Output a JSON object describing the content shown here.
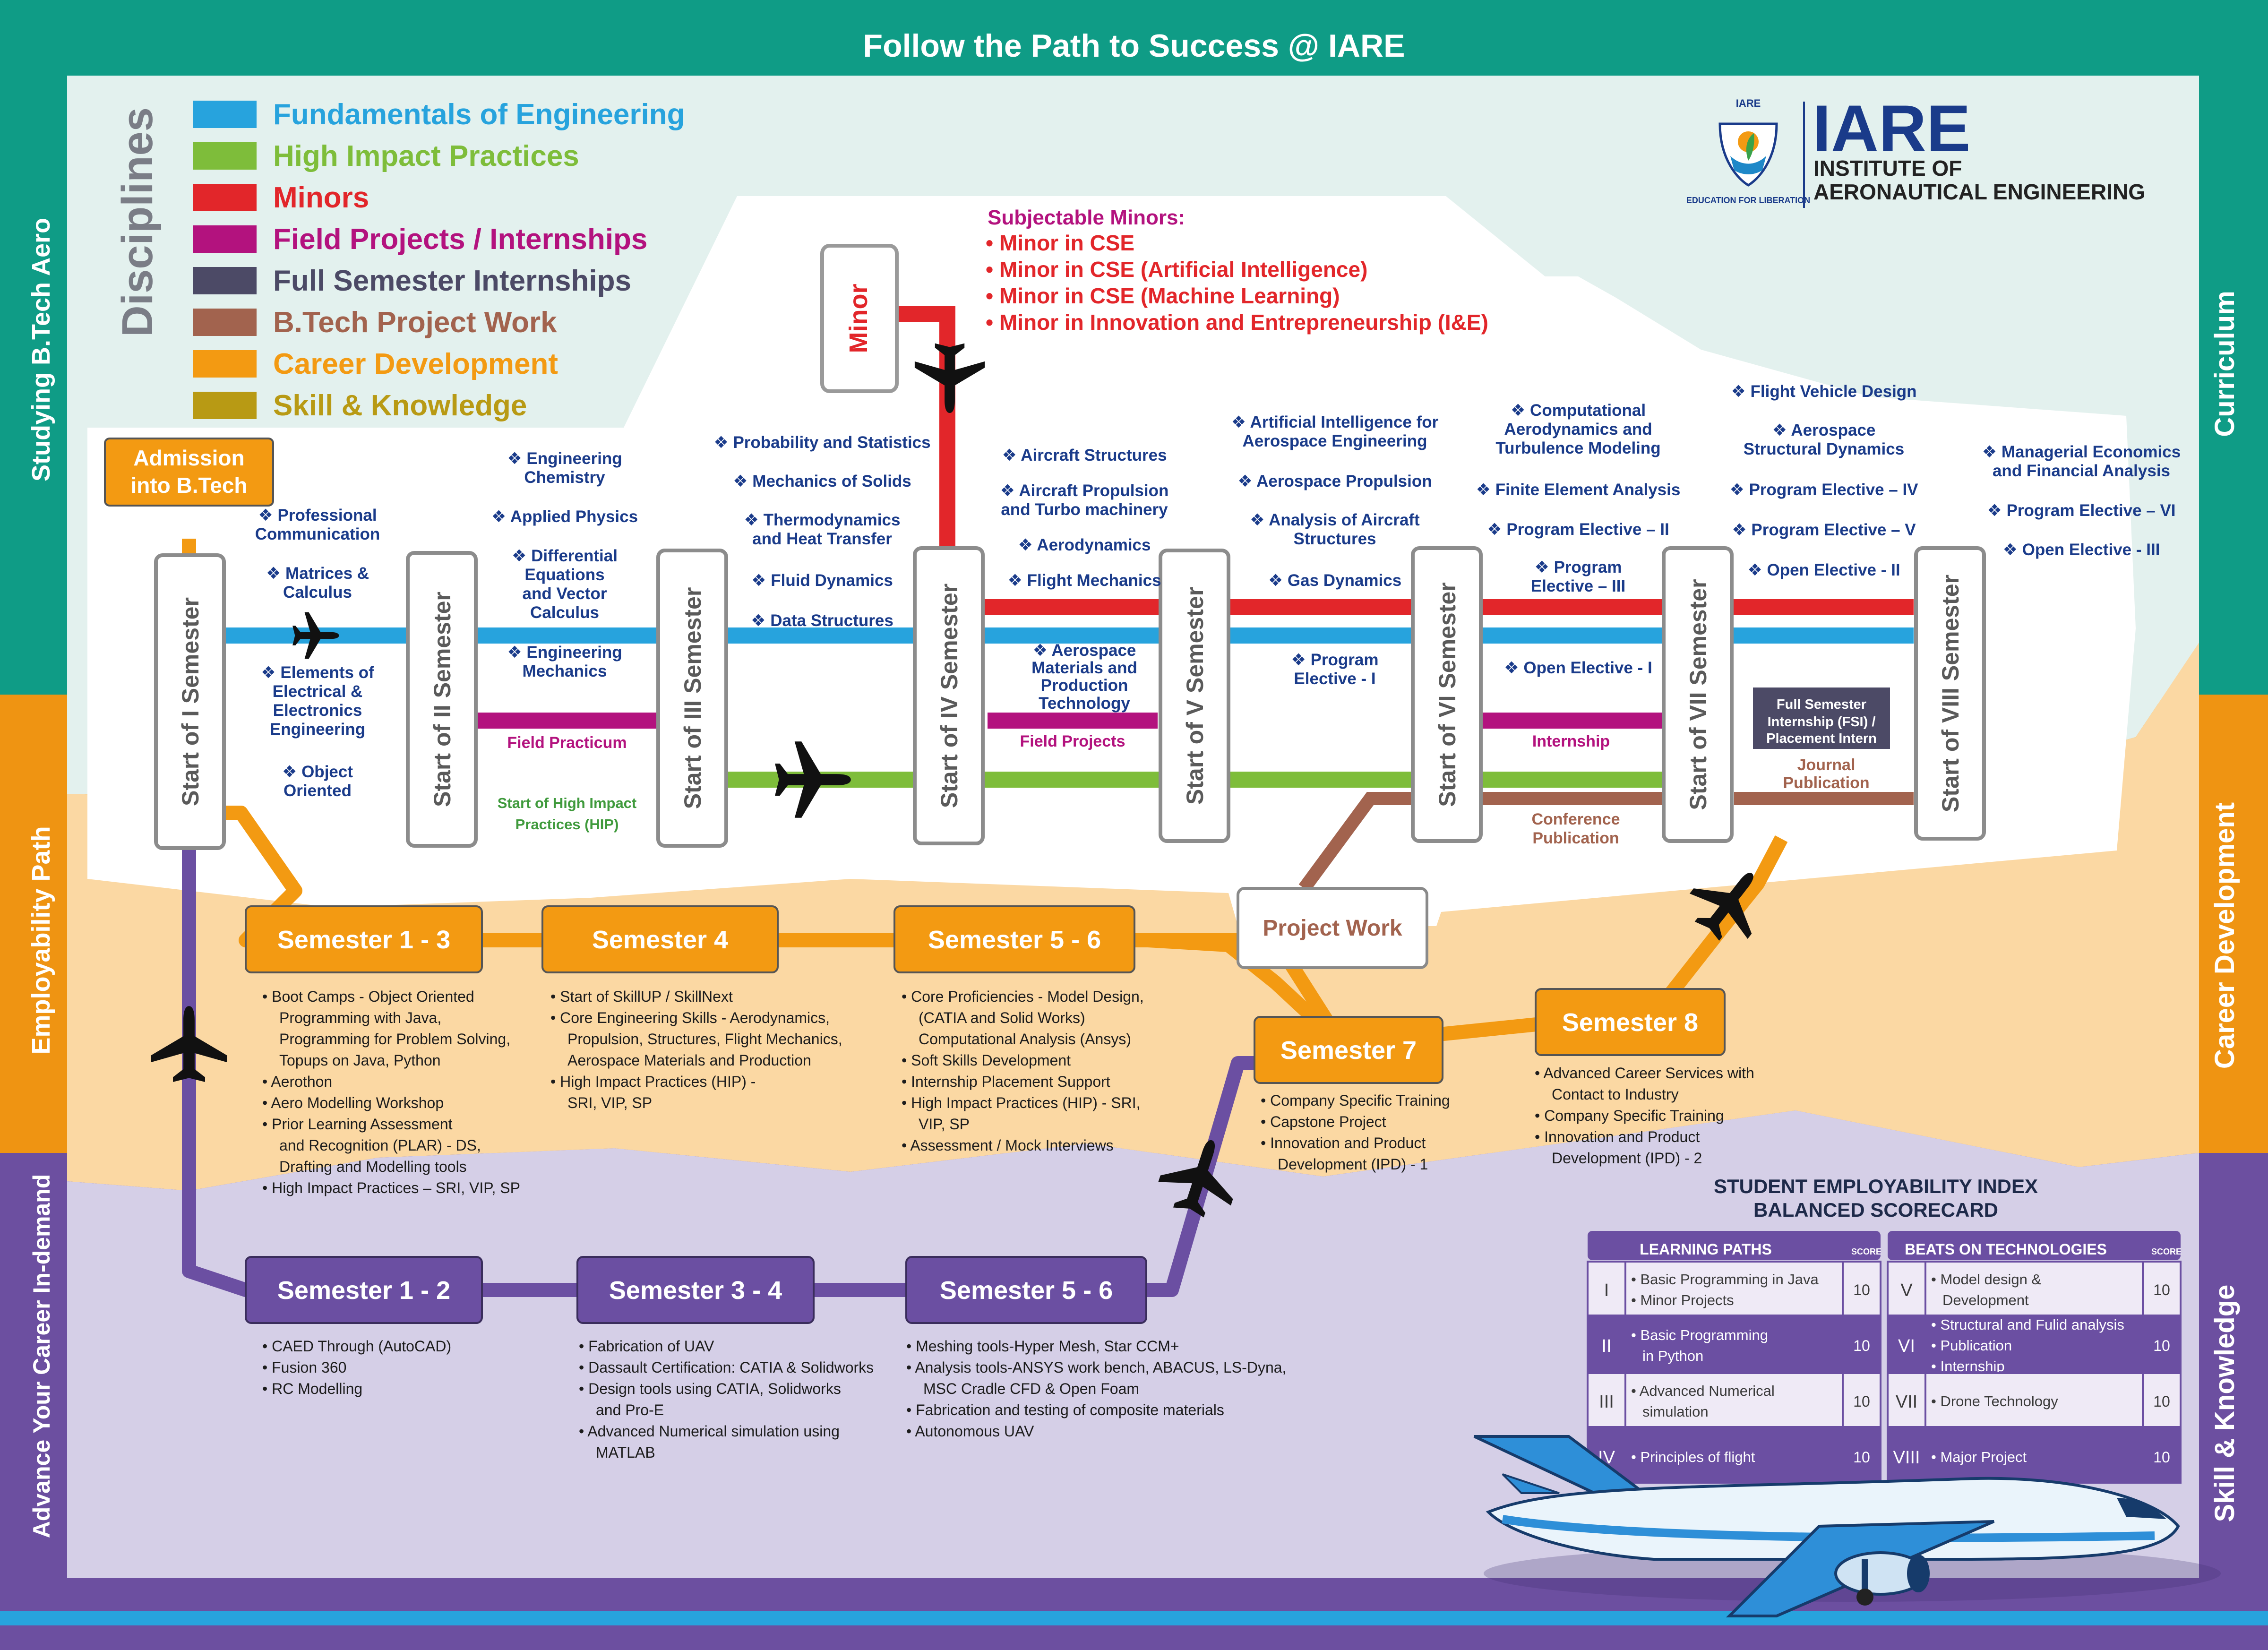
{
  "title": "Follow the Path to Success @ IARE",
  "colors": {
    "teal": "#0f9c86",
    "mint": "#e3f1ee",
    "orange_band": "#ef9412",
    "orange_light": "#fbd8a3",
    "purple_band": "#6c4fa0",
    "purple_light": "#d5cfe7",
    "blue": "#27a3dd",
    "green": "#7ebd3a",
    "red": "#e2262a",
    "magenta": "#b3127e",
    "slate": "#4c4a66",
    "brown": "#a2634e",
    "orange": "#f39a12",
    "olive": "#b89a14",
    "navy": "#1a3b8a",
    "purple": "#6b4fa2"
  },
  "side_labels": {
    "left_top": "Studying B.Tech Aero",
    "left_mid": "Employability Path",
    "left_bottom": "Advance Your Career In-demand",
    "right_top": "Curriculum",
    "right_mid": "Career Development",
    "right_bottom": "Skill & Knowledge"
  },
  "disciplines": {
    "heading": "Disciplines",
    "items": [
      {
        "label": "Fundamentals of Engineering",
        "color": "#27a3dd"
      },
      {
        "label": "High Impact Practices",
        "color": "#7ebd3a"
      },
      {
        "label": "Minors",
        "color": "#e2262a"
      },
      {
        "label": "Field Projects / Internships",
        "color": "#b3127e"
      },
      {
        "label": "Full Semester Internships",
        "color": "#4c4a66"
      },
      {
        "label": "B.Tech Project Work",
        "color": "#a2634e"
      },
      {
        "label": "Career Development",
        "color": "#f39a12"
      },
      {
        "label": "Skill & Knowledge",
        "color": "#b89a14"
      }
    ]
  },
  "logo": {
    "small_text": "IARE",
    "arc_text": "EDUCATION FOR LIBERATION",
    "name": "IARE",
    "line1": "INSTITUTE OF",
    "line2": "AERONAUTICAL ENGINEERING"
  },
  "minors": {
    "box_label": "Minor",
    "heading": "Subjectable Minors:",
    "items": [
      "• Minor in CSE",
      "• Minor in CSE (Artificial Intelligence)",
      "• Minor in CSE (Machine Learning)",
      "• Minor in Innovation and Entrepreneurship (I&E)"
    ]
  },
  "admission": {
    "line1": "Admission",
    "line2": "into B.Tech"
  },
  "semesters": [
    "Start of I Semester",
    "Start of II Semester",
    "Start of III Semester",
    "Start of IV Semester",
    "Start of V Semester",
    "Start of VI Semester",
    "Start of VII Semester",
    "Start of VIII Semester"
  ],
  "subjects": {
    "s1": [
      "❖ Professional",
      "Communication",
      "❖ Matrices &",
      "Calculus",
      "❖ Elements of",
      "Electrical &",
      "Electronics",
      "Engineering",
      "❖ Object",
      "Oriented"
    ],
    "s2": [
      "❖ Engineering",
      "Chemistry",
      "❖ Applied Physics",
      "❖ Differential",
      "Equations",
      "and Vector",
      "Calculus",
      "❖ Engineering",
      "Mechanics"
    ],
    "s3": [
      "❖ Probability and Statistics",
      "❖ Mechanics of Solids",
      "❖ Thermodynamics",
      "and Heat Transfer",
      "❖ Fluid Dynamics",
      "❖ Data Structures"
    ],
    "s4": [
      "❖ Aircraft Structures",
      "❖ Aircraft Propulsion",
      "and Turbo machinery",
      "❖ Aerodynamics",
      "❖ Flight Mechanics",
      "❖ Aerospace",
      "Materials and",
      "Production",
      "Technology"
    ],
    "s5": [
      "❖ Artificial Intelligence for",
      "Aerospace Engineering",
      "❖ Aerospace Propulsion",
      "❖ Analysis of Aircraft",
      "Structures",
      "❖ Gas Dynamics",
      "❖ Program",
      "Elective - I"
    ],
    "s6": [
      "❖ Computational",
      "Aerodynamics and",
      "Turbulence Modeling",
      "❖ Finite Element Analysis",
      "❖ Program Elective – II",
      "❖ Program",
      "Elective – III",
      "❖ Open Elective - I"
    ],
    "s7": [
      "❖ Flight Vehicle Design",
      "❖ Aerospace",
      "Structural Dynamics",
      "❖ Program Elective – IV",
      "❖ Program Elective – V",
      "❖ Open Elective - II"
    ],
    "s8": [
      "❖ Managerial Economics",
      "and Financial Analysis",
      "❖ Program Elective – VI",
      "❖ Open Elective - III"
    ]
  },
  "track_labels": {
    "field_practicum": "Field Practicum",
    "hip1": "Start of High Impact",
    "hip2": "Practices (HIP)",
    "field_projects": "Field Projects",
    "internship": "Internship",
    "conference1": "Conference",
    "conference2": "Publication",
    "fsi1": "Full Semester",
    "fsi2": "Internship (FSI) /",
    "fsi3": "Placement Intern",
    "journal1": "Journal",
    "journal2": "Publication"
  },
  "project_work": "Project Work",
  "career": {
    "nodes": [
      "Semester 1 - 3",
      "Semester 4",
      "Semester 5 - 6",
      "Semester 7",
      "Semester 8"
    ],
    "b1": [
      "• Boot Camps - Object Oriented",
      "Programming with Java,",
      "Programming for Problem Solving,",
      "Topups on Java, Python",
      "• Aerothon",
      "• Aero Modelling Workshop",
      "• Prior Learning Assessment",
      "and Recognition (PLAR) - DS,",
      "Drafting and Modelling tools",
      "• High Impact Practices – SRI, VIP, SP"
    ],
    "b2": [
      "• Start of SkillUP / SkillNext",
      "• Core Engineering Skills - Aerodynamics,",
      "Propulsion, Structures, Flight Mechanics,",
      "Aerospace Materials and Production",
      "• High Impact Practices (HIP) -",
      "SRI, VIP, SP"
    ],
    "b3": [
      "• Core Proficiencies - Model Design,",
      "(CATIA  and Solid Works)",
      "Computational Analysis (Ansys)",
      "• Soft Skills Development",
      "• Internship Placement Support",
      "• High Impact Practices (HIP) - SRI,",
      "VIP, SP",
      "• Assessment / Mock Interviews"
    ],
    "b4": [
      "• Company Specific Training",
      "• Capstone Project",
      "• Innovation and Product",
      "Development (IPD) - 1"
    ],
    "b5": [
      "• Advanced Career Services with",
      "Contact to Industry",
      "• Company Specific Training",
      "• Innovation and Product",
      "Development (IPD) - 2"
    ]
  },
  "skill": {
    "nodes": [
      "Semester 1 - 2",
      "Semester 3 - 4",
      "Semester 5 - 6"
    ],
    "b1": [
      "• CAED Through (AutoCAD)",
      "• Fusion 360",
      "• RC Modelling"
    ],
    "b2": [
      "• Fabrication of UAV",
      "• Dassault Certification: CATIA & Solidworks",
      "• Design tools using CATIA, Solidworks",
      "and Pro-E",
      "• Advanced Numerical simulation using",
      "MATLAB"
    ],
    "b3": [
      "• Meshing tools-Hyper Mesh, Star CCM+",
      "• Analysis tools-ANSYS work bench, ABACUS, LS-Dyna,",
      "MSC Cradle CFD & Open Foam",
      "• Fabrication and testing of composite materials",
      "• Autonomous UAV"
    ]
  },
  "scorecard": {
    "title1": "STUDENT EMPLOYABILITY INDEX",
    "title2": "BALANCED SCORECARD",
    "score_label": "SCORE",
    "left_header": "LEARNING PATHS",
    "right_header": "BEATS ON TECHNOLOGIES",
    "left_rows": [
      {
        "num": "I",
        "lines": [
          "• Basic Programming in Java",
          "• Minor Projects"
        ],
        "score": "10"
      },
      {
        "num": "II",
        "lines": [
          "• Basic Programming",
          "in Python"
        ],
        "score": "10"
      },
      {
        "num": "III",
        "lines": [
          "• Advanced Numerical",
          "simulation"
        ],
        "score": "10"
      },
      {
        "num": "IV",
        "lines": [
          "• Principles of flight"
        ],
        "score": "10"
      }
    ],
    "right_rows": [
      {
        "num": "V",
        "lines": [
          "• Model design &",
          "Development"
        ],
        "score": "10"
      },
      {
        "num": "VI",
        "lines": [
          "• Structural and Fulid analysis",
          "• Publication",
          "• Internship"
        ],
        "score": "10"
      },
      {
        "num": "VII",
        "lines": [
          "• Drone Technology"
        ],
        "score": "10"
      },
      {
        "num": "VIII",
        "lines": [
          "• Major Project"
        ],
        "score": "10"
      }
    ]
  }
}
